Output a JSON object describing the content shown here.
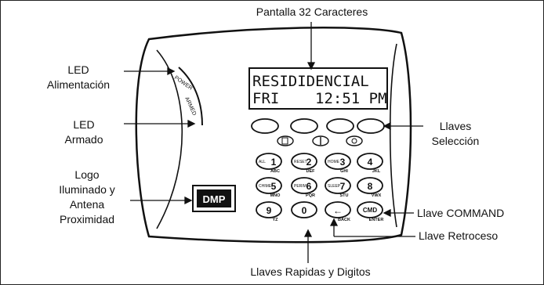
{
  "labels": {
    "display": "Pantalla 32 Caracteres",
    "led_power": [
      "LED",
      "Alimentación"
    ],
    "led_armed": [
      "LED",
      "Armado"
    ],
    "logo": [
      "Logo",
      "Iluminado y",
      "Antena",
      "Proximidad"
    ],
    "select_keys": [
      "Llaves",
      "Selección"
    ],
    "command_key": "Llave COMMAND",
    "back_key": "Llave Retroceso",
    "quick_keys": "Llaves Rapidas y Digitos"
  },
  "lcd": {
    "line1": "RESIDIDENCIAL",
    "line2_day": "FRI",
    "line2_time": "12:51 PM"
  },
  "device": {
    "logo_text": "DMP",
    "led_power_text": "POWER",
    "led_armed_text": "ARMED"
  },
  "keys": [
    {
      "main": "1",
      "func": "ALL",
      "sub": "ABC"
    },
    {
      "main": "2",
      "func": "RESET",
      "sub": "DEF"
    },
    {
      "main": "3",
      "func": "HOME",
      "sub": "GHI"
    },
    {
      "main": "4",
      "func": "",
      "sub": "JKL"
    },
    {
      "main": "5",
      "func": "CHIME",
      "sub": "MNO"
    },
    {
      "main": "6",
      "func": "PERIM",
      "sub": "PQR"
    },
    {
      "main": "7",
      "func": "SLEEP",
      "sub": "STU"
    },
    {
      "main": "8",
      "func": "",
      "sub": "VWX"
    },
    {
      "main": "9",
      "func": "",
      "sub": "YZ"
    },
    {
      "main": "0",
      "func": "",
      "sub": ""
    },
    {
      "main": "←",
      "func": "",
      "sub": "BACK"
    },
    {
      "main": "CMD",
      "func": "",
      "sub": "ENTER"
    }
  ]
}
